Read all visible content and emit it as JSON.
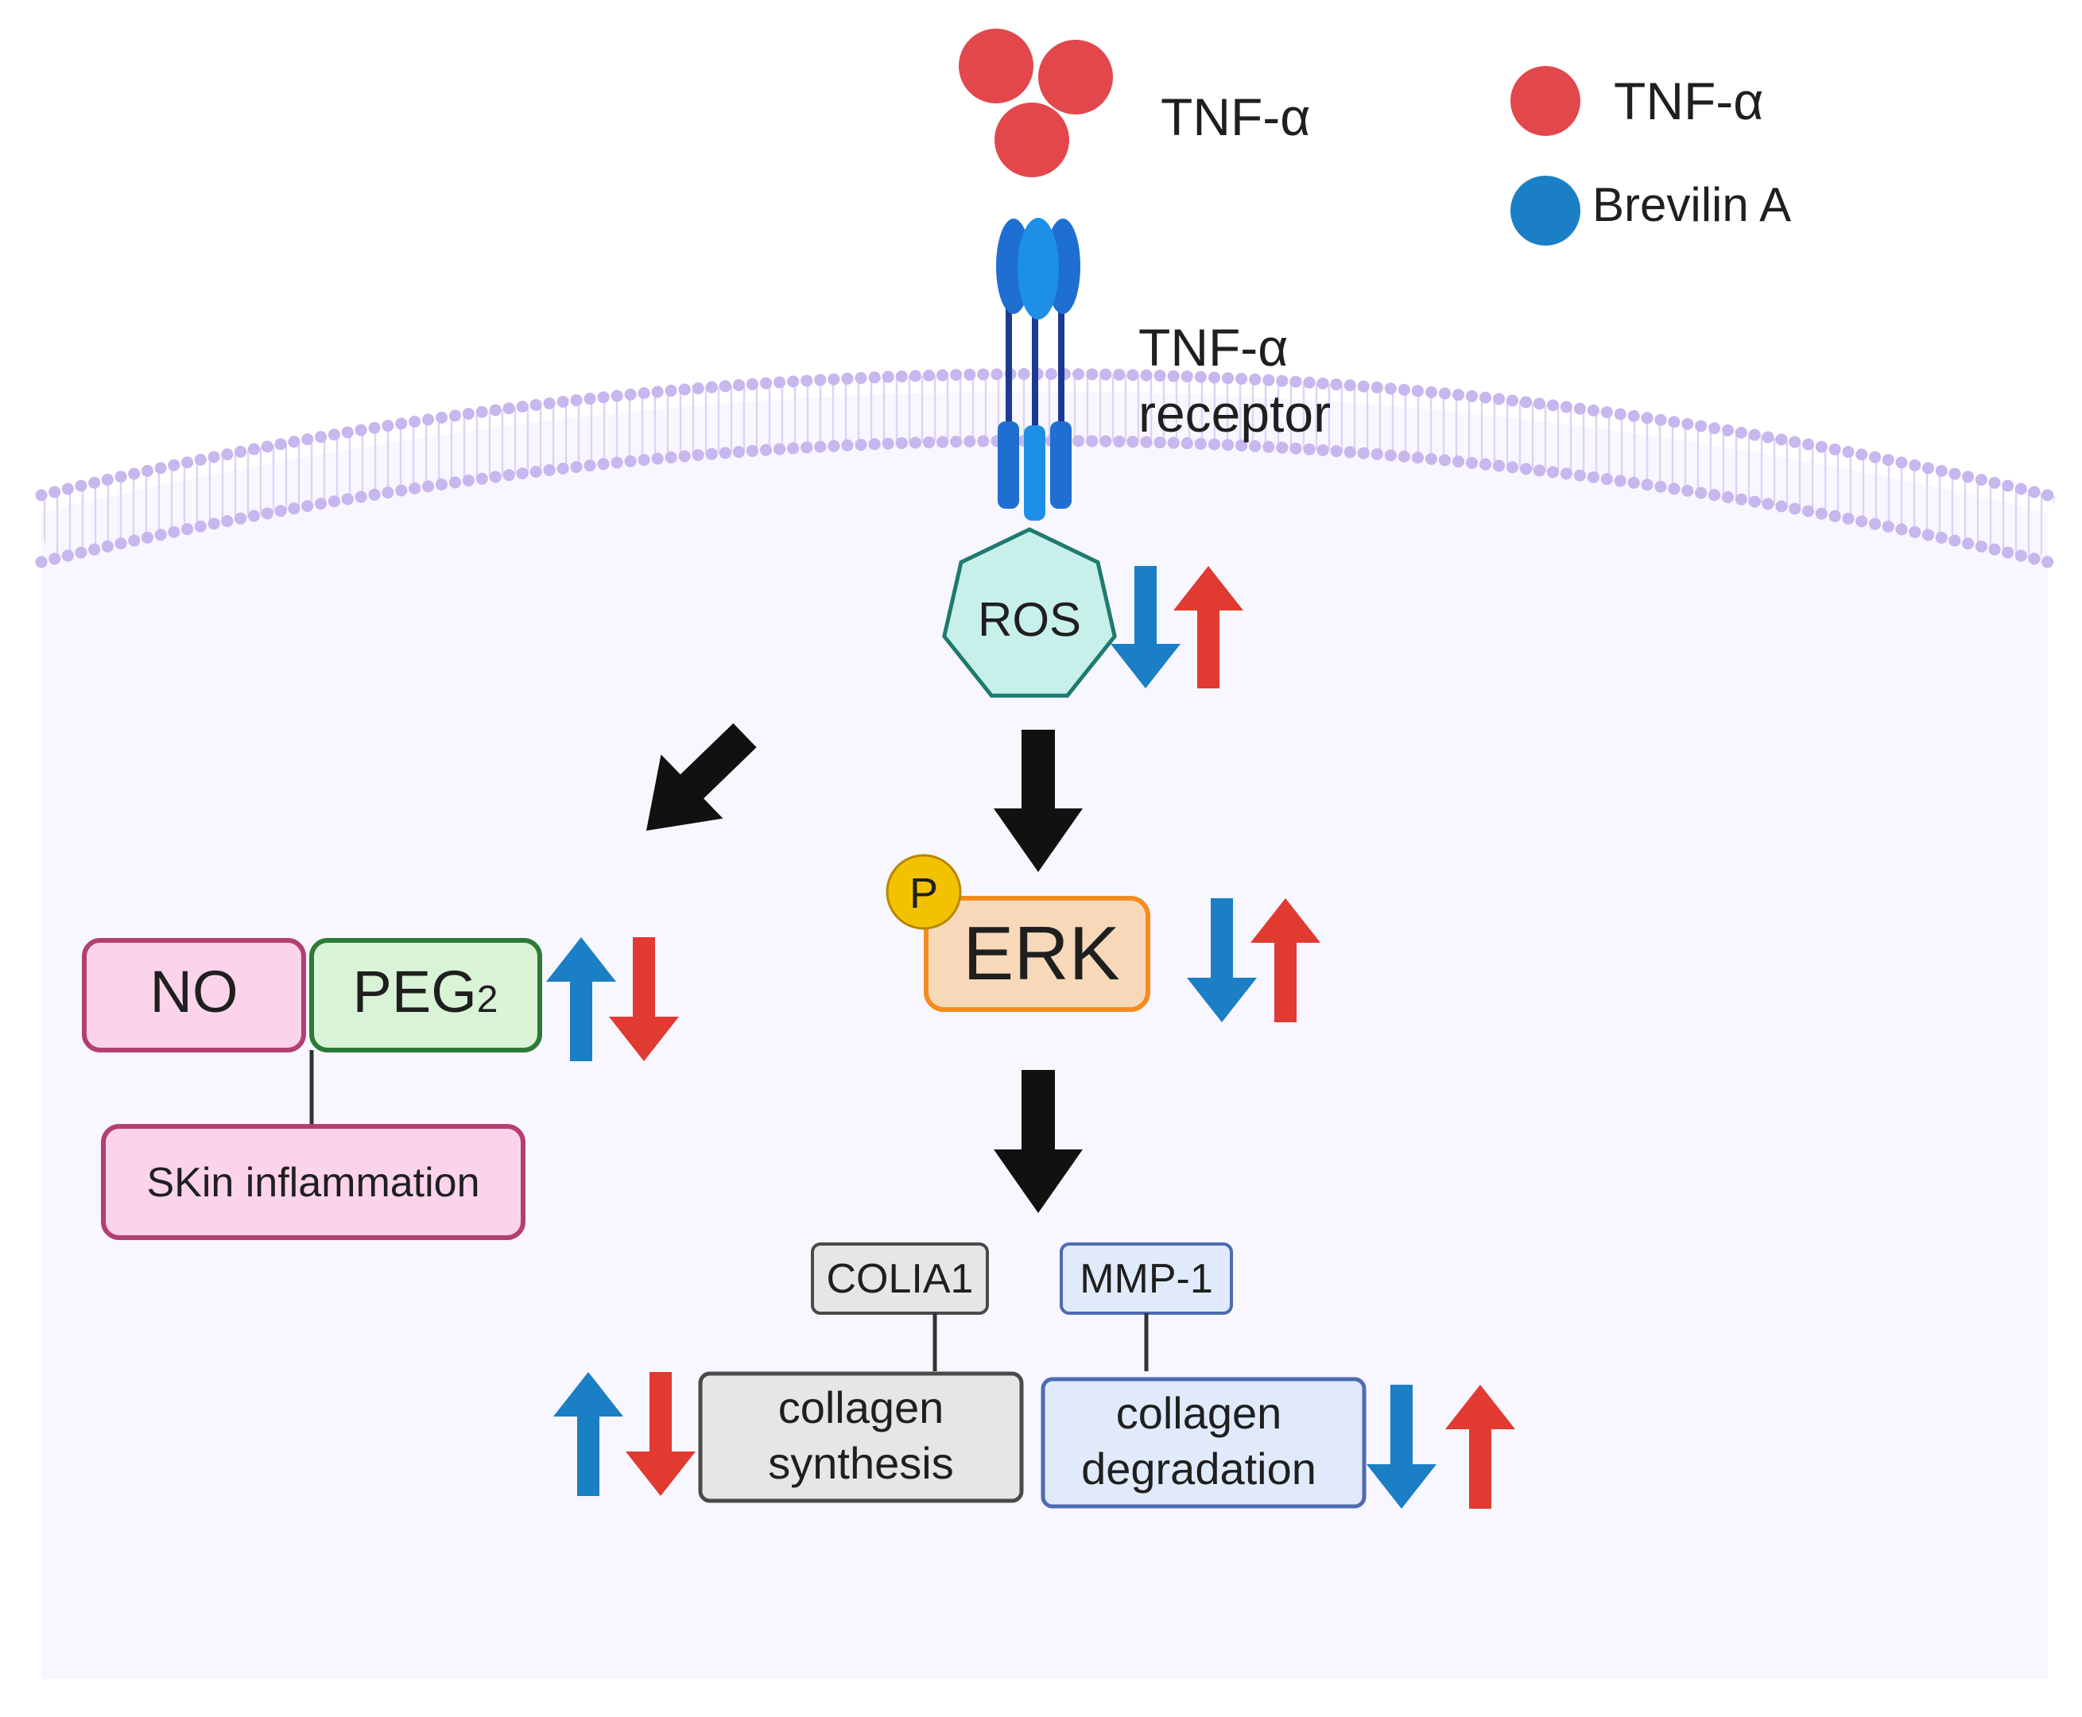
{
  "colors": {
    "tnf": "#e2474b",
    "brevilin": "#1a7fc4",
    "up_red": "#e03a31",
    "down_blue": "#1a7fc4",
    "membrane": "#c7b7ee",
    "cell_fill": "#f8f6fe",
    "receptor_dark": "#1b3a93",
    "receptor_light": "#1e8fe6",
    "ros_fill": "#c8f0ea",
    "ros_stroke": "#1f7a70",
    "erk_fill": "#f7d9b9",
    "erk_stroke": "#f58b1f",
    "phospho": "#f2c200",
    "no_fill": "#fbd3ea",
    "no_stroke": "#b2406f",
    "peg_fill": "#d8f3d6",
    "peg_stroke": "#2c7a35",
    "gray_fill": "#e6e6e6",
    "gray_stroke": "#4a4a4a",
    "mmp_fill": "#e0eafb",
    "mmp_stroke": "#4e6bb0"
  },
  "ligand": {
    "label": "TNF-α",
    "icon": "tnf-alpha-trimer-icon"
  },
  "legend": [
    {
      "icon": "tnf-alpha-dot-icon",
      "label": "TNF-α",
      "color": "#e2474b"
    },
    {
      "icon": "brevilin-a-dot-icon",
      "label": "Brevilin A",
      "color": "#1a7fc4"
    }
  ],
  "receptor": {
    "label_line1": "TNF-α",
    "label_line2": "receptor",
    "icon": "tnf-receptor-icon"
  },
  "ros": {
    "label": "ROS"
  },
  "erk": {
    "label": "ERK",
    "phospho": "P"
  },
  "mediators": {
    "no": "NO",
    "peg": "PEG",
    "peg_sub": "2",
    "outcome": "SKin inflammation"
  },
  "genes": {
    "colia1": "COLIA1",
    "mmp1": "MMP-1"
  },
  "outcomes": {
    "synthesis_line1": "collagen",
    "synthesis_line2": "synthesis",
    "degradation_line1": "collagen",
    "degradation_line2": "degradation"
  }
}
